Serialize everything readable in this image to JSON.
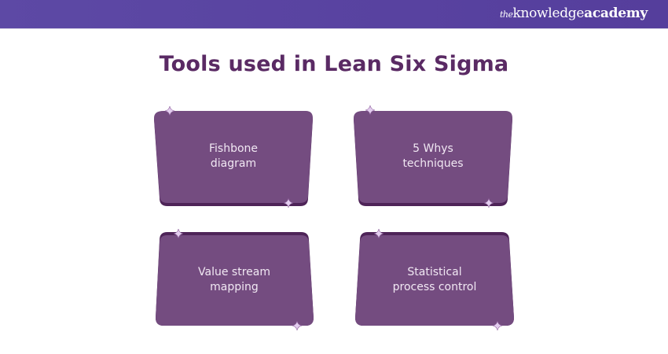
{
  "header": {
    "brand_prefix": "the",
    "brand_main": "knowledge",
    "brand_suffix": "academy"
  },
  "title": "Tools used in Lean Six Sigma",
  "colors": {
    "card_fill": "#744c80",
    "card_edge": "#4e2458",
    "title": "#5a2a64",
    "sparkle": "#e3cdef"
  },
  "cards": [
    {
      "label": "Fishbone\ndiagram",
      "icon": "sparkle-icon"
    },
    {
      "label": "5 Whys\ntechniques",
      "icon": "sparkle-icon"
    },
    {
      "label": "Value stream\nmapping",
      "icon": "sparkle-icon"
    },
    {
      "label": "Statistical\nprocess control",
      "icon": "sparkle-icon"
    }
  ]
}
